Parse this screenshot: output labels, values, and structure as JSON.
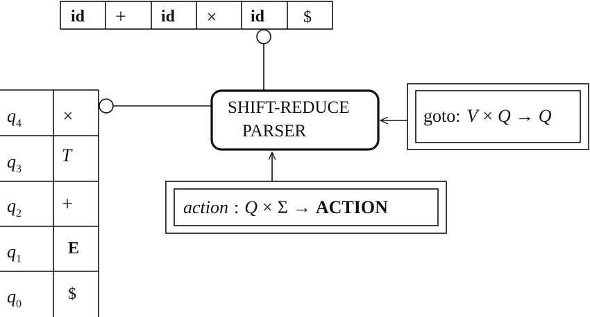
{
  "input_tape": {
    "cells": [
      {
        "text": "id",
        "bold": true
      },
      {
        "text": "+",
        "bold": false
      },
      {
        "text": "id",
        "bold": true
      },
      {
        "text": "×",
        "bold": false
      },
      {
        "text": "id",
        "bold": true
      },
      {
        "text": "$",
        "bold": false
      }
    ]
  },
  "stack": {
    "rows": [
      {
        "state": "q",
        "sub": "4",
        "symbol": "×",
        "symbol_style": "plain"
      },
      {
        "state": "q",
        "sub": "3",
        "symbol": "T",
        "symbol_style": "italic"
      },
      {
        "state": "q",
        "sub": "2",
        "symbol": "+",
        "symbol_style": "plain"
      },
      {
        "state": "q",
        "sub": "1",
        "symbol": "E",
        "symbol_style": "bold"
      },
      {
        "state": "q",
        "sub": "0",
        "symbol": "$",
        "symbol_style": "plain"
      }
    ]
  },
  "parser": {
    "line1": "SHIFT-REDUCE",
    "line2": "PARSER"
  },
  "goto_table": {
    "label": "goto:",
    "V": "V",
    "times": "×",
    "Q1": "Q",
    "arrow": "→",
    "Q2": "Q"
  },
  "action_table": {
    "name": "action",
    "colon": ":",
    "Q": "Q",
    "times": "×",
    "sigma": "Σ",
    "arrow": "→",
    "result": "ACTION"
  }
}
